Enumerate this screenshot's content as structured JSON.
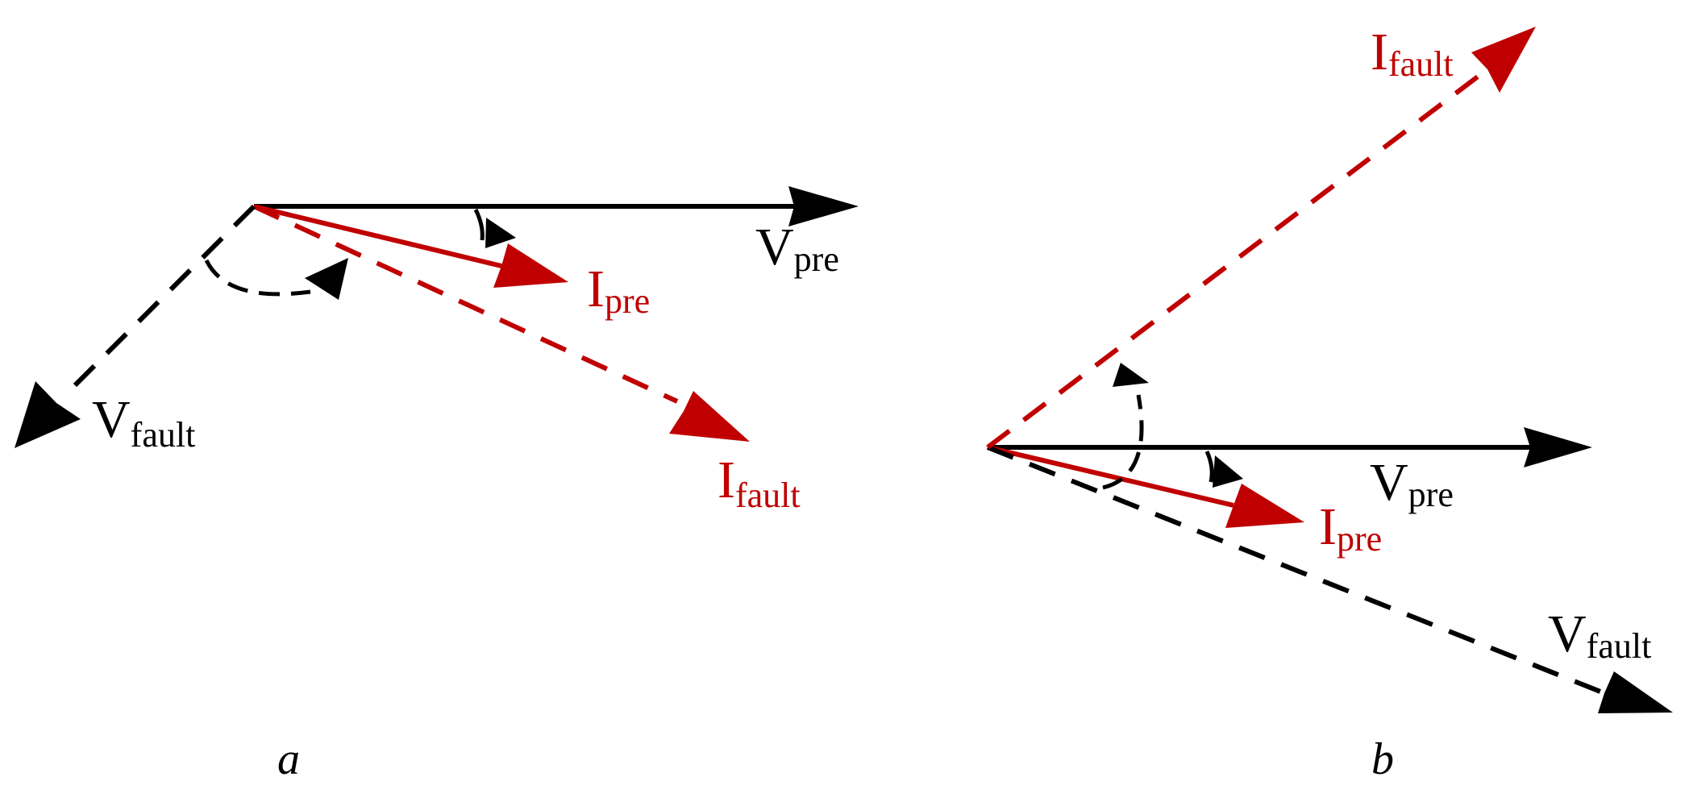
{
  "colors": {
    "voltage": "#000000",
    "current": "#c00000"
  },
  "diagram_a": {
    "caption": "a",
    "v_pre": {
      "main": "V",
      "sub": "pre"
    },
    "i_pre": {
      "main": "I",
      "sub": "pre"
    },
    "v_fault": {
      "main": "V",
      "sub": "fault"
    },
    "i_fault": {
      "main": "I",
      "sub": "fault"
    }
  },
  "diagram_b": {
    "caption": "b",
    "v_pre": {
      "main": "V",
      "sub": "pre"
    },
    "i_pre": {
      "main": "I",
      "sub": "pre"
    },
    "v_fault": {
      "main": "V",
      "sub": "fault"
    },
    "i_fault": {
      "main": "I",
      "sub": "fault"
    }
  }
}
